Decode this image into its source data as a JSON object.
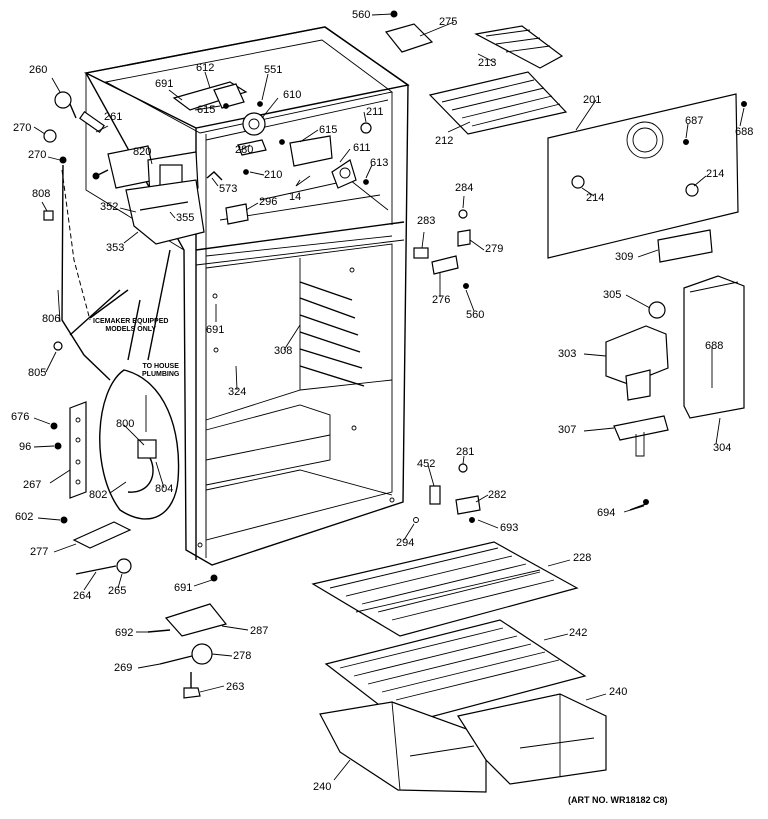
{
  "diagram": {
    "notes": {
      "icemaker": [
        "ICEMAKER EQUIPPED",
        "MODELS ONLY"
      ],
      "plumbing": [
        "TO HOUSE",
        "PLUMBING"
      ]
    },
    "art_number": "(ART NO. WR18182 C8)",
    "callouts": [
      {
        "id": "c560a",
        "text": "560"
      },
      {
        "id": "c275",
        "text": "275"
      },
      {
        "id": "c213",
        "text": "213"
      },
      {
        "id": "c260",
        "text": "260"
      },
      {
        "id": "c612",
        "text": "612"
      },
      {
        "id": "c551",
        "text": "551"
      },
      {
        "id": "c691a",
        "text": "691"
      },
      {
        "id": "c610",
        "text": "610"
      },
      {
        "id": "c615a",
        "text": "615"
      },
      {
        "id": "c261",
        "text": "261"
      },
      {
        "id": "c211",
        "text": "211"
      },
      {
        "id": "c212",
        "text": "212"
      },
      {
        "id": "c201",
        "text": "201"
      },
      {
        "id": "c270a",
        "text": "270"
      },
      {
        "id": "c615b",
        "text": "615"
      },
      {
        "id": "c687",
        "text": "687"
      },
      {
        "id": "c688a",
        "text": "688"
      },
      {
        "id": "c270b",
        "text": "270"
      },
      {
        "id": "c820",
        "text": "820"
      },
      {
        "id": "c280",
        "text": "280"
      },
      {
        "id": "c611",
        "text": "611"
      },
      {
        "id": "c613",
        "text": "613"
      },
      {
        "id": "c210",
        "text": "210"
      },
      {
        "id": "c214a",
        "text": "214"
      },
      {
        "id": "c214b",
        "text": "214"
      },
      {
        "id": "c573",
        "text": "573"
      },
      {
        "id": "c284",
        "text": "284"
      },
      {
        "id": "c808",
        "text": "808"
      },
      {
        "id": "c14",
        "text": "14"
      },
      {
        "id": "c352",
        "text": "352"
      },
      {
        "id": "c355",
        "text": "355"
      },
      {
        "id": "c296",
        "text": "296"
      },
      {
        "id": "c283",
        "text": "283"
      },
      {
        "id": "c279",
        "text": "279"
      },
      {
        "id": "c353",
        "text": "353"
      },
      {
        "id": "c309",
        "text": "309"
      },
      {
        "id": "c276",
        "text": "276"
      },
      {
        "id": "c305",
        "text": "305"
      },
      {
        "id": "c560b",
        "text": "560"
      },
      {
        "id": "c806",
        "text": "806"
      },
      {
        "id": "c691b",
        "text": "691"
      },
      {
        "id": "c308",
        "text": "308"
      },
      {
        "id": "c688b",
        "text": "688"
      },
      {
        "id": "c303",
        "text": "303"
      },
      {
        "id": "c805",
        "text": "805"
      },
      {
        "id": "c324",
        "text": "324"
      },
      {
        "id": "c676",
        "text": "676"
      },
      {
        "id": "c800",
        "text": "800"
      },
      {
        "id": "c307",
        "text": "307"
      },
      {
        "id": "c304",
        "text": "304"
      },
      {
        "id": "c96",
        "text": "96"
      },
      {
        "id": "c452",
        "text": "452"
      },
      {
        "id": "c281",
        "text": "281"
      },
      {
        "id": "c267",
        "text": "267"
      },
      {
        "id": "c802",
        "text": "802"
      },
      {
        "id": "c804",
        "text": "804"
      },
      {
        "id": "c282",
        "text": "282"
      },
      {
        "id": "c694",
        "text": "694"
      },
      {
        "id": "c693",
        "text": "693"
      },
      {
        "id": "c602",
        "text": "602"
      },
      {
        "id": "c294",
        "text": "294"
      },
      {
        "id": "c228",
        "text": "228"
      },
      {
        "id": "c277",
        "text": "277"
      },
      {
        "id": "c691c",
        "text": "691"
      },
      {
        "id": "c264",
        "text": "264"
      },
      {
        "id": "c265",
        "text": "265"
      },
      {
        "id": "c242",
        "text": "242"
      },
      {
        "id": "c692",
        "text": "692"
      },
      {
        "id": "c287",
        "text": "287"
      },
      {
        "id": "c240a",
        "text": "240"
      },
      {
        "id": "c269",
        "text": "269"
      },
      {
        "id": "c278",
        "text": "278"
      },
      {
        "id": "c263",
        "text": "263"
      },
      {
        "id": "c240b",
        "text": "240"
      }
    ]
  }
}
